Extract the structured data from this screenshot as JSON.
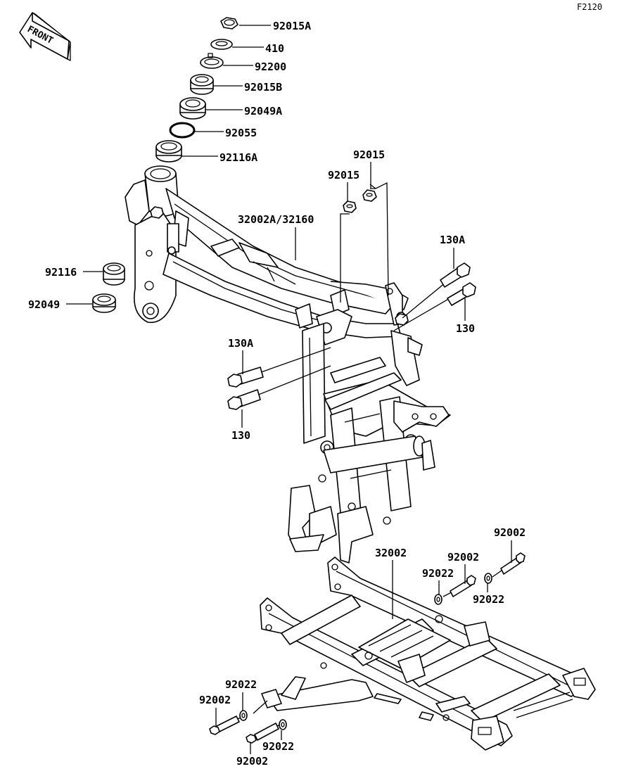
{
  "figure_id": "F2120",
  "front_indicator": "FRONT",
  "labels": {
    "l92015A": "92015A",
    "l410": "410",
    "l92200": "92200",
    "l92015B": "92015B",
    "l92049A": "92049A",
    "l92055": "92055",
    "l92116A": "92116A",
    "l92015_r": "92015",
    "l92015_l": "92015",
    "l32002A": "32002A/32160",
    "l130A_r": "130A",
    "l130_r": "130",
    "l92116": "92116",
    "l92049": "92049",
    "l130A_l": "130A",
    "l130_l": "130",
    "l32002": "32002",
    "l92002_tr": "92002",
    "l92002_mr": "92002",
    "l92022_mr": "92022",
    "l92022_br": "92022",
    "l92022_bl_top": "92022",
    "l92002_bl": "92002",
    "l92022_bl_bot": "92022",
    "l92002_bottom": "92002"
  }
}
